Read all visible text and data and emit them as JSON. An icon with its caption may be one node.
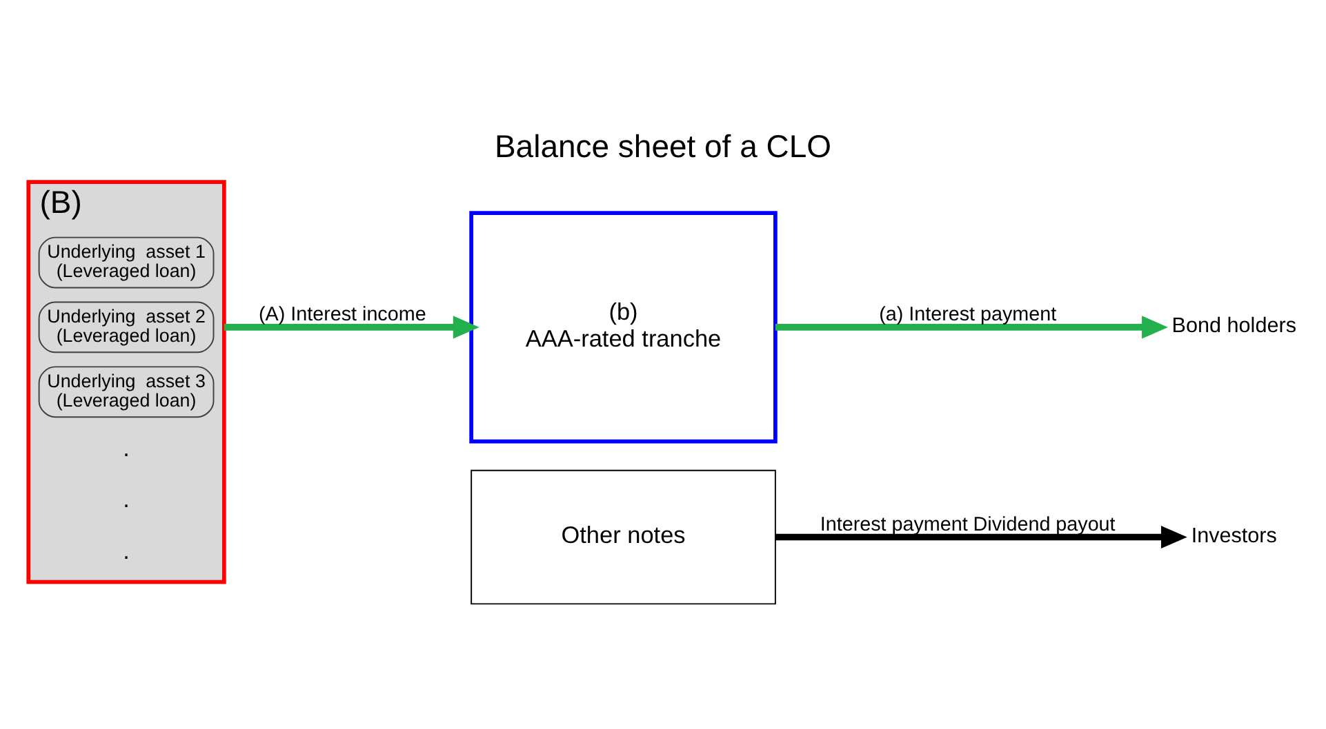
{
  "diagram": {
    "title": "Balance sheet of a CLO",
    "nodes": [
      {
        "text": [
          "(B)"
        ]
      },
      {
        "text": [
          "Underlying  asset 1",
          "(Leveraged loan)"
        ],
        "in": 0
      },
      {
        "text": [
          "Underlying  asset 2",
          "(Leveraged loan)"
        ],
        "in": 0
      },
      {
        "text": [
          "Underlying  asset 3",
          "(Leveraged loan)"
        ],
        "in": 0
      },
      {
        "text": [
          "(b)",
          "AAA-rated tranche"
        ]
      },
      {
        "text": [
          "Other notes"
        ]
      },
      {
        "text": [
          "Bond holders"
        ]
      },
      {
        "text": [
          "Investors"
        ]
      }
    ],
    "edges": [
      {
        "from": 0,
        "to": 4,
        "arrow": "to",
        "label": "(A) Interest income",
        "color": "#22b14c"
      },
      {
        "from": 4,
        "to": 6,
        "arrow": "to",
        "label": "(a) Interest payment",
        "color": "#22b14c"
      },
      {
        "from": 5,
        "to": 7,
        "arrow": "to",
        "label": "Interest payment Dividend payout",
        "color": "#000000"
      }
    ],
    "labels": [
      ".",
      ".",
      "."
    ]
  }
}
